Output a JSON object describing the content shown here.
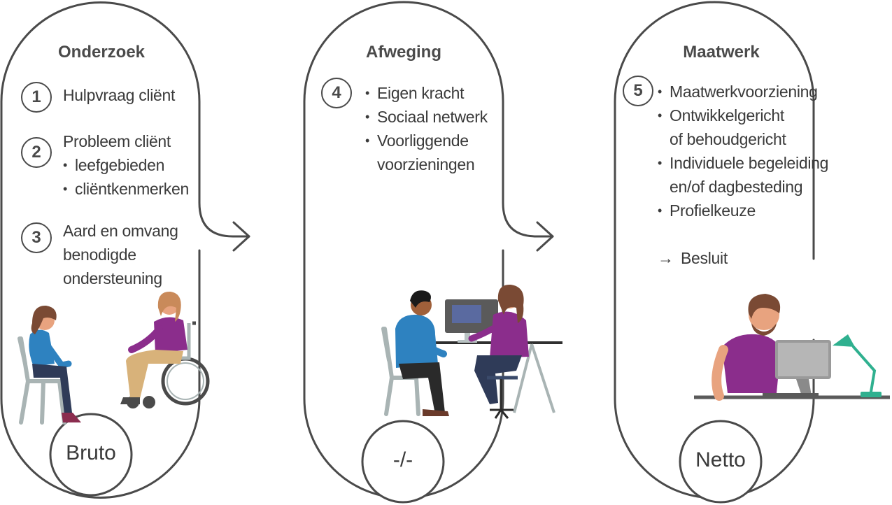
{
  "stages": [
    {
      "title": "Onderzoek",
      "steps": [
        {
          "number": "1",
          "lines": [
            "Hulpvraag cliënt"
          ]
        },
        {
          "number": "2",
          "lines": [
            "Probleem cliënt"
          ],
          "bullets": [
            "leefgebieden",
            "cliëntkenmerken"
          ]
        },
        {
          "number": "3",
          "lines": [
            "Aard en omvang",
            "benodigde",
            "ondersteuning"
          ]
        }
      ],
      "bottom": "Bruto"
    },
    {
      "title": "Afweging",
      "number": "4",
      "bullets": [
        "Eigen kracht",
        "Sociaal netwerk",
        "Voorliggende",
        "voorzieningen"
      ],
      "bottom": "-/-"
    },
    {
      "title": "Maatwerk",
      "number": "5",
      "bullets": [
        "Maatwerkvoorziening",
        "Ontwikkelgericht",
        "of behoudgericht",
        "Individuele begeleiding",
        "en/of dagbesteding",
        "Profielkeuze"
      ],
      "result": "Besluit",
      "bottom": "Netto"
    }
  ],
  "colors": {
    "outline": "#4a4a4a",
    "purple": "#8b2d8c",
    "blue": "#2e82c0",
    "navy": "#2f3b58",
    "chair": "#a9b4b4",
    "skin": "#e8a37f",
    "hair": "#7a4a34",
    "lamp": "#2fb08f"
  }
}
